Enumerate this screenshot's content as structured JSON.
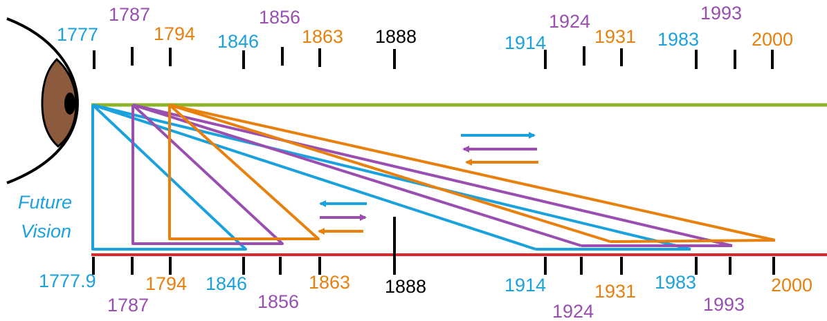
{
  "colors": {
    "blue": "#1ba1dc",
    "purple": "#9a4fb0",
    "orange": "#e8800e",
    "black": "#000000",
    "green": "#8db52a",
    "red": "#e0252b",
    "iris": "#8c5a3c"
  },
  "legend": {
    "upper_arrows": [
      "blue-right",
      "purple-left",
      "orange-left"
    ],
    "lower_arrows": [
      "blue-left",
      "purple-right",
      "orange-left"
    ]
  },
  "top_timeline": [
    {
      "label": "1777",
      "color": "blue",
      "year": 1777
    },
    {
      "label": "1787",
      "color": "purple",
      "year": 1787
    },
    {
      "label": "1794",
      "color": "orange",
      "year": 1794
    },
    {
      "label": "1846",
      "color": "blue",
      "year": 1846
    },
    {
      "label": "1856",
      "color": "purple",
      "year": 1856
    },
    {
      "label": "1863",
      "color": "orange",
      "year": 1863
    },
    {
      "label": "1888",
      "color": "black",
      "year": 1888
    },
    {
      "label": "1914",
      "color": "blue",
      "year": 1914
    },
    {
      "label": "1924",
      "color": "purple",
      "year": 1924
    },
    {
      "label": "1931",
      "color": "orange",
      "year": 1931
    },
    {
      "label": "1983",
      "color": "blue",
      "year": 1983
    },
    {
      "label": "1993",
      "color": "purple",
      "year": 1993
    },
    {
      "label": "2000",
      "color": "orange",
      "year": 2000
    }
  ],
  "bottom_timeline": [
    {
      "label": "1777.9",
      "color": "blue"
    },
    {
      "label": "1787",
      "color": "purple"
    },
    {
      "label": "1794",
      "color": "orange"
    },
    {
      "label": "1846",
      "color": "blue"
    },
    {
      "label": "1856",
      "color": "purple"
    },
    {
      "label": "1863",
      "color": "orange"
    },
    {
      "label": "1888",
      "color": "black"
    },
    {
      "label": "1914",
      "color": "blue"
    },
    {
      "label": "1924",
      "color": "purple"
    },
    {
      "label": "1931",
      "color": "orange"
    },
    {
      "label": "1983",
      "color": "blue"
    },
    {
      "label": "1993",
      "color": "purple"
    },
    {
      "label": "2000",
      "color": "orange"
    }
  ],
  "vision_label": {
    "line1": "Future",
    "line2": "Vision"
  }
}
